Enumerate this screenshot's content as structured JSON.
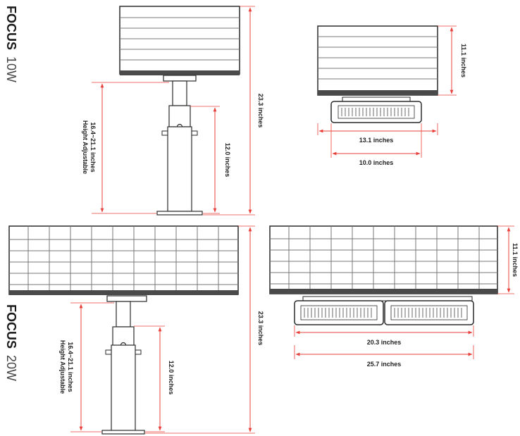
{
  "models": [
    {
      "name_bold": "FOCUS",
      "name_light": "10W",
      "dimensions": {
        "height_adjustable": "Height Adjustable",
        "height_range": "16.4~21.1 inches",
        "post_height": "12.0 inches",
        "total_height": "23.3 inches",
        "panel_height": "11.1 inches",
        "panel_width": "13.1 inches",
        "light_width": "10.0 inches"
      }
    },
    {
      "name_bold": "FOCUS",
      "name_light": "20W",
      "dimensions": {
        "height_adjustable": "Height Adjustable",
        "height_range": "16.4~21.1 inches",
        "post_height": "12.0 inches",
        "total_height": "23.3 inches",
        "panel_height": "11.1 inches",
        "light_width": "20.3 inches",
        "panel_width": "25.7 inches"
      }
    }
  ],
  "colors": {
    "dimension_line": "#e8403a",
    "outline": "#2a2a2a",
    "panel_fill": "#ffffff",
    "frame": "#4a4a4a"
  }
}
